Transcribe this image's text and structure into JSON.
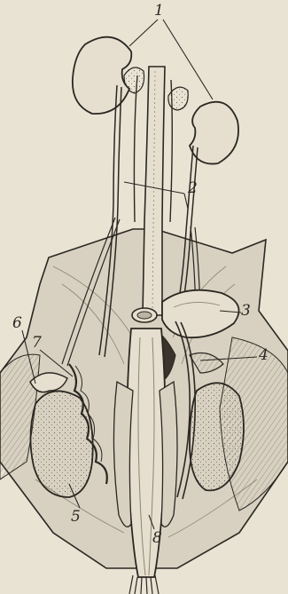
{
  "labels": [
    {
      "id": "1",
      "text": "1"
    },
    {
      "id": "2",
      "text": "2"
    },
    {
      "id": "3",
      "text": "3"
    },
    {
      "id": "4",
      "text": "4"
    },
    {
      "id": "5",
      "text": "5"
    },
    {
      "id": "6",
      "text": "6"
    },
    {
      "id": "7",
      "text": "7"
    },
    {
      "id": "8",
      "text": "8"
    }
  ],
  "colors": {
    "paper": "#e9e3d4",
    "ink": "#2b2722",
    "tissue": "#d8d1c1",
    "tissue_dark": "#bdb5a4",
    "organ": "#e6dfcf"
  }
}
